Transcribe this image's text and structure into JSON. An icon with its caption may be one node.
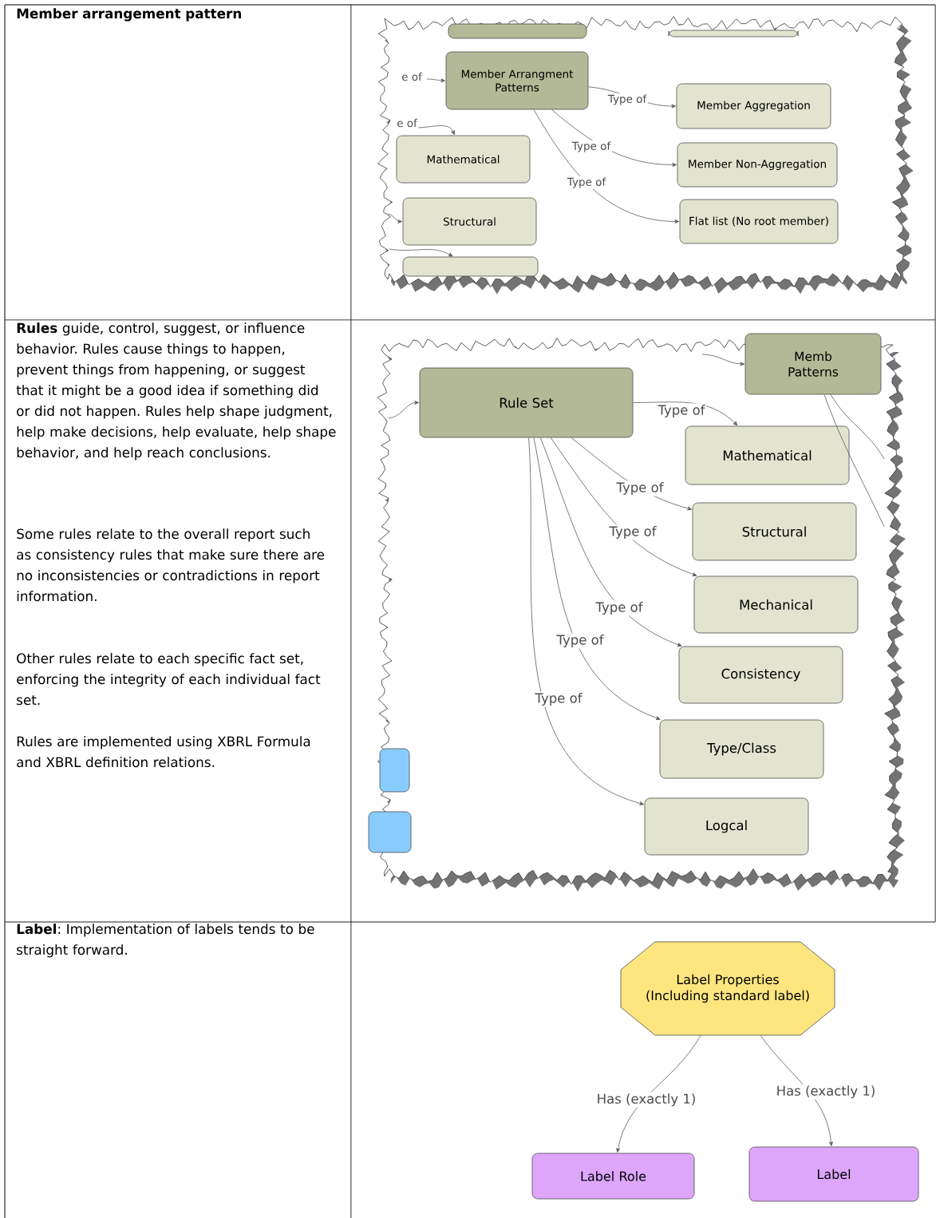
{
  "diagram": {
    "nodes": [
      {
        "text": [
          "Member Arrangment Patterns"
        ]
      },
      {
        "text": [
          "Member Aggregation"
        ]
      },
      {
        "text": [
          "Member Non-Aggregation"
        ]
      },
      {
        "text": [
          "Flat list (No root member)"
        ]
      },
      {
        "text": [
          "Mathematical"
        ]
      },
      {
        "text": [
          "Structural"
        ]
      },
      {
        "text": [],
        "shape": "box"
      },
      {
        "text": [
          "Rule Set"
        ]
      },
      {
        "text": [
          "Memb Patterns"
        ]
      },
      {
        "text": [
          "Mathematical"
        ]
      },
      {
        "text": [
          "Structural"
        ]
      },
      {
        "text": [
          "Mechanical"
        ]
      },
      {
        "text": [
          "Consistency"
        ]
      },
      {
        "text": [
          "Type/Class"
        ]
      },
      {
        "text": [
          "Logcal"
        ]
      },
      {
        "text": [],
        "shape": "box"
      },
      {
        "text": [],
        "shape": "box"
      },
      {
        "text": [
          "Label Properties (Including standard label)"
        ]
      },
      {
        "text": [
          "Label Role"
        ]
      },
      {
        "text": [
          "Label"
        ]
      },
      {
        "text": [],
        "shape": "box"
      },
      {
        "text": [],
        "shape": "box"
      }
    ],
    "edges": [
      {
        "from": 0,
        "to": 1,
        "arrow": "to",
        "label": "Type of"
      },
      {
        "from": 0,
        "to": 2,
        "arrow": "to",
        "label": "Type of"
      },
      {
        "from": 0,
        "to": 3,
        "arrow": "to",
        "label": "Type of"
      },
      {
        "from": null,
        "to": 0,
        "arrow": "to",
        "label": "e of"
      },
      {
        "from": null,
        "to": 4,
        "arrow": "to",
        "label": "e of"
      },
      {
        "from": null,
        "to": 5,
        "arrow": "to"
      },
      {
        "from": null,
        "to": 6,
        "arrow": "to"
      },
      {
        "from": 7,
        "to": 9,
        "arrow": "to",
        "label": "Type of"
      },
      {
        "from": 7,
        "to": 10,
        "arrow": "to",
        "label": "Type of"
      },
      {
        "from": 7,
        "to": 11,
        "arrow": "to",
        "label": "Type of"
      },
      {
        "from": 7,
        "to": 12,
        "arrow": "to",
        "label": "Type of"
      },
      {
        "from": 7,
        "to": 13,
        "arrow": "to",
        "label": "Type of"
      },
      {
        "from": 7,
        "to": 14,
        "arrow": "to",
        "label": "Type of"
      },
      {
        "from": null,
        "to": 7,
        "arrow": "to"
      },
      {
        "from": null,
        "to": 8,
        "arrow": "to"
      },
      {
        "from": 8,
        "to": null,
        "arrow": "none"
      },
      {
        "from": 8,
        "to": null,
        "arrow": "none"
      },
      {
        "from": 17,
        "to": 18,
        "arrow": "to",
        "label": "Has (exactly 1)"
      },
      {
        "from": 17,
        "to": 19,
        "arrow": "to",
        "label": "Has (exactly 1)"
      }
    ],
    "labels": [
      "Member arrangement pattern",
      "**Rules** guide, control, suggest, or influence behavior. Rules cause things to happen, prevent things from happening, or suggest that it might be a good idea if something did or did not happen. Rules help shape judgment, help make decisions, help evaluate, help shape behavior, and help reach conclusions.",
      "Some rules relate to the overall report such as consistency rules that make sure there are no inconsistencies or contradictions in report information.",
      "Other rules relate to each specific fact set, enforcing the integrity of each individual fact set.",
      "Rules are implemented using XBRL Formula and XBRL definition relations.",
      "**Label**: Implementation of labels tends to be straight forward."
    ]
  }
}
